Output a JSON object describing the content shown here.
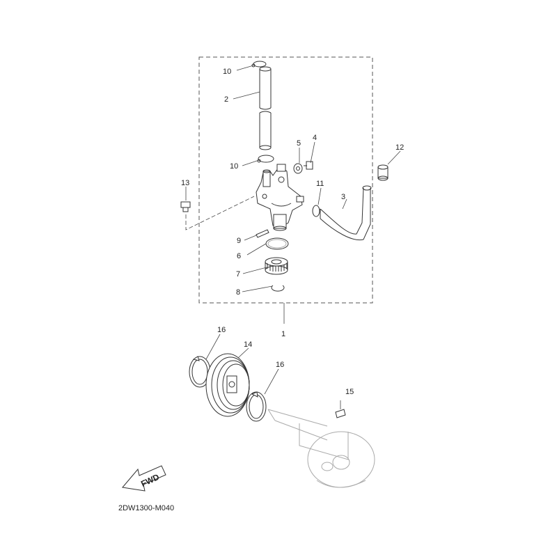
{
  "callouts": {
    "c1": "1",
    "c2": "2",
    "c3": "3",
    "c4": "4",
    "c5": "5",
    "c6": "6",
    "c7": "7",
    "c8": "8",
    "c9": "9",
    "c10a": "10",
    "c10b": "10",
    "c11": "11",
    "c12": "12",
    "c13": "13",
    "c14": "14",
    "c15": "15",
    "c16a": "16",
    "c16b": "16"
  },
  "fwd_label": "FWD",
  "figure_code": "2DW1300-M040"
}
